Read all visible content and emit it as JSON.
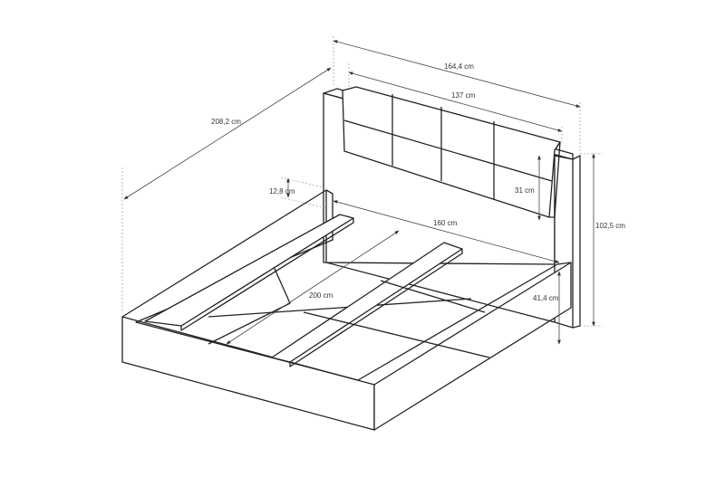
{
  "title": "Bed frame dimensions",
  "dimensions": {
    "overall_width": "164,4 cm",
    "headboard_cushion_width": "137 cm",
    "overall_length": "208,2 cm",
    "side_rail_height": "12,8 cm",
    "cushion_height": "31 cm",
    "mattress_width": "160 cm",
    "total_height": "102,5 cm",
    "mattress_length": "200 cm",
    "frame_height": "41,4 cm"
  }
}
